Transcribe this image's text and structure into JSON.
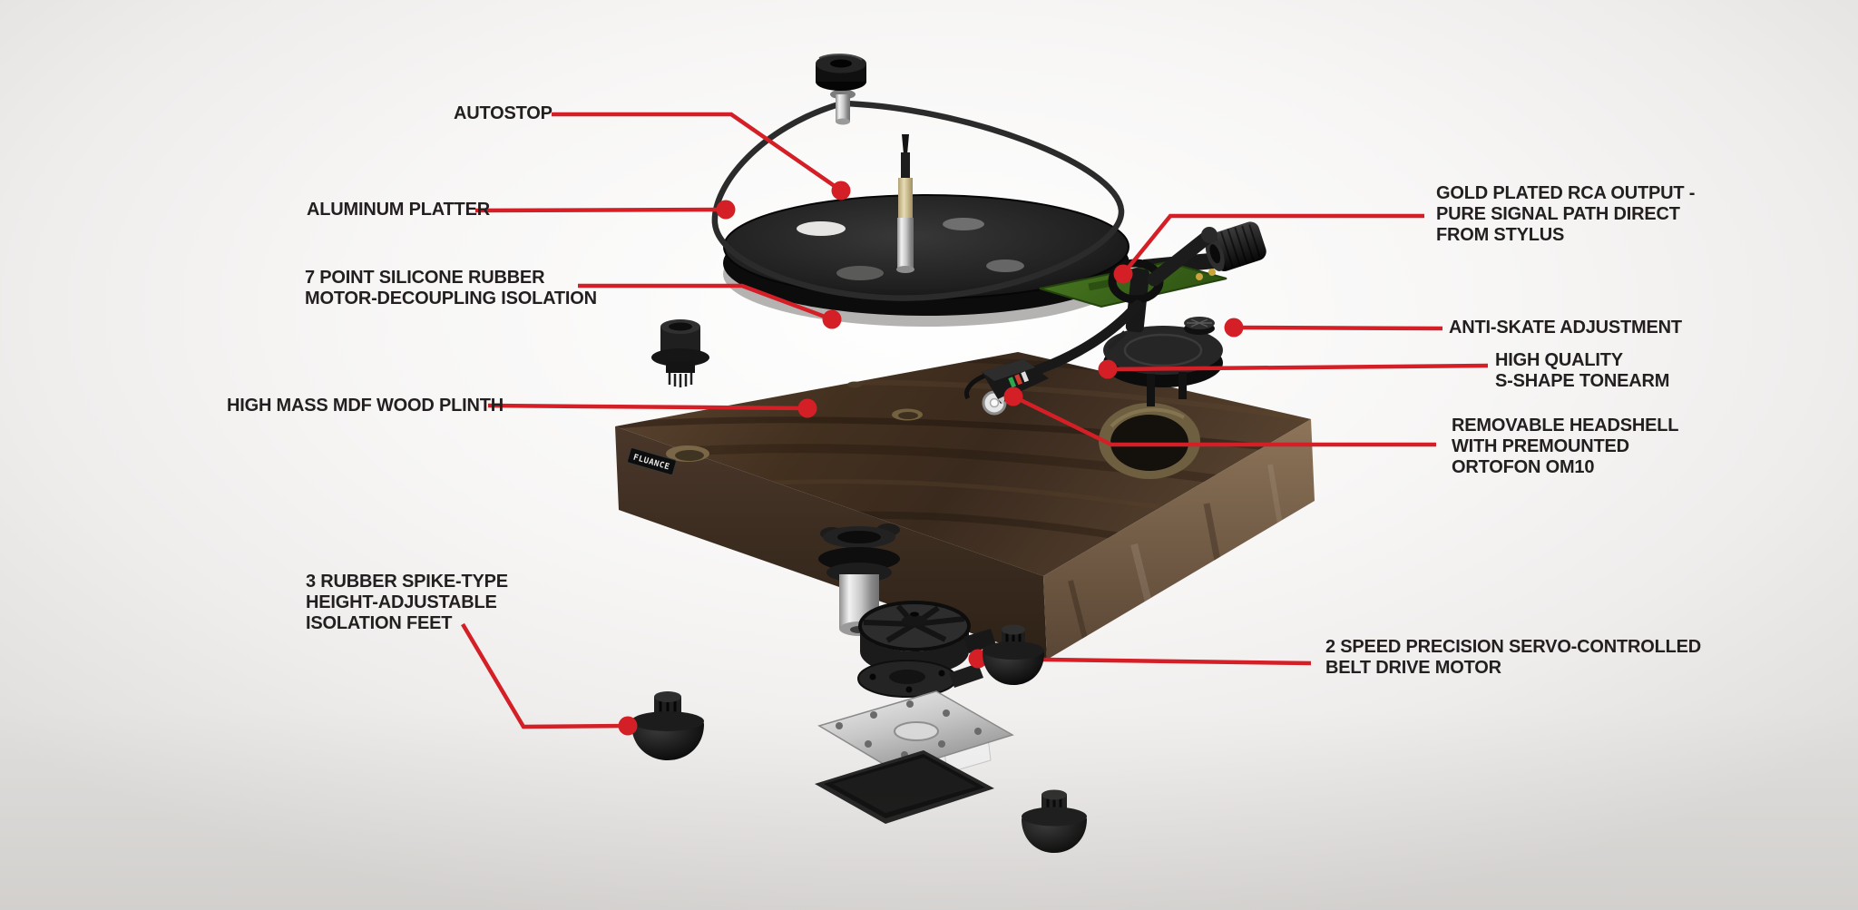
{
  "diagram": {
    "brand": "FLUANCE",
    "colors": {
      "accent": "#D41F26",
      "text": "#231F20",
      "background": "#F2F1EF",
      "wood": "#4E3829",
      "platter": "#1A1A1A",
      "pcb_green": "#3C6A1C"
    },
    "callouts": {
      "autostop": {
        "l1": "AUTOSTOP"
      },
      "platter": {
        "l1": "ALUMINUM PLATTER"
      },
      "isolation": {
        "l1": "7 POINT SILICONE RUBBER",
        "l2": "MOTOR-DECOUPLING ISOLATION"
      },
      "plinth": {
        "l1": "HIGH MASS MDF WOOD PLINTH"
      },
      "feet": {
        "l1": "3 RUBBER SPIKE-TYPE",
        "l2": "HEIGHT-ADJUSTABLE",
        "l3": "ISOLATION FEET"
      },
      "rca": {
        "l1": "GOLD PLATED RCA OUTPUT -",
        "l2": "PURE SIGNAL PATH DIRECT",
        "l3": "FROM STYLUS"
      },
      "antiskate": {
        "l1": "ANTI-SKATE ADJUSTMENT"
      },
      "tonearm": {
        "l1": "HIGH QUALITY",
        "l2": "S-SHAPE TONEARM"
      },
      "headshell": {
        "l1": "REMOVABLE HEADSHELL",
        "l2": "WITH PREMOUNTED",
        "l3": "ORTOFON OM10"
      },
      "motor": {
        "l1": "2 SPEED PRECISION SERVO-CONTROLLED",
        "l2": "BELT DRIVE MOTOR"
      }
    }
  }
}
